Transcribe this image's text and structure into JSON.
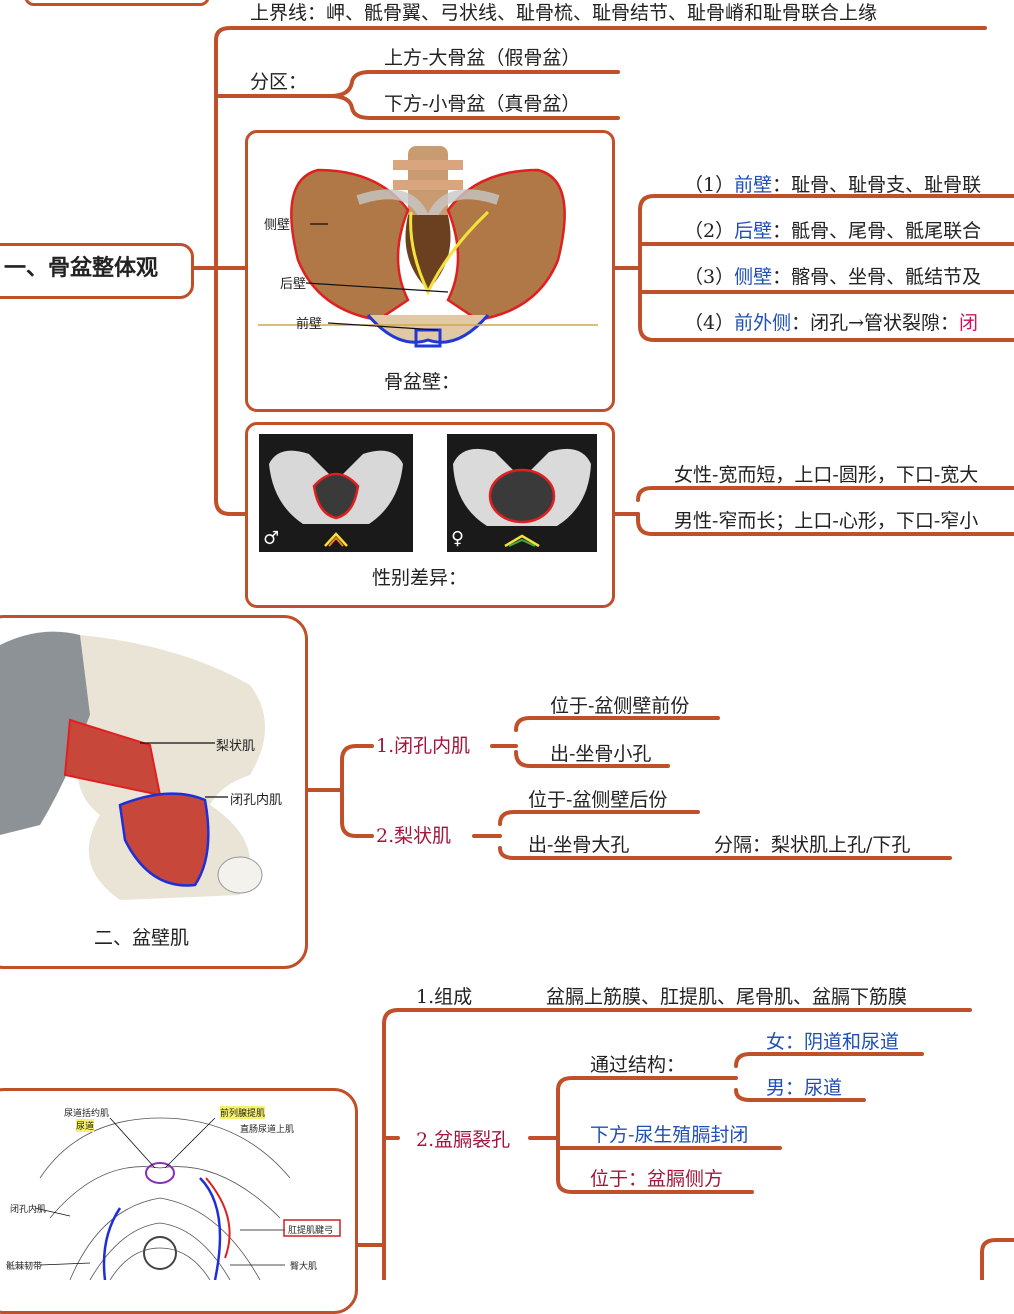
{
  "colors": {
    "branch": "#c0502a",
    "blue_text": "#1f4fb8",
    "red_text": "#a3163c"
  },
  "section1": {
    "title": "一、骨盆整体观",
    "upper_boundary": "上界线：岬、骶骨翼、弓状线、耻骨梳、耻骨结节、耻骨嵴和耻骨联合上缘",
    "division_label": "分区：",
    "division_upper": "上方-大骨盆（假骨盆）",
    "division_lower": "下方-小骨盆（真骨盆）",
    "walls_caption": "骨盆壁：",
    "walls_img_labels": {
      "side": "侧壁",
      "back": "后壁",
      "front": "前壁"
    },
    "walls": [
      {
        "num": "（1）",
        "name": "前壁",
        "sep": "：",
        "text": "耻骨、耻骨支、耻骨联"
      },
      {
        "num": "（2）",
        "name": "后壁",
        "sep": "：",
        "text": "骶骨、尾骨、骶尾联合"
      },
      {
        "num": "（3）",
        "name": "侧壁",
        "sep": "：",
        "text": "髂骨、坐骨、骶结节及"
      },
      {
        "num": "（4）",
        "name": "前外侧",
        "sep": "：",
        "text": "闭孔→管状裂隙：",
        "tail": "闭"
      }
    ],
    "sex_caption": "性别差异：",
    "sex_symbols": {
      "male": "♂",
      "female": "♀"
    },
    "sex_female": "女性-宽而短，上口-圆形，下口-宽大",
    "sex_male": "男性-窄而长；上口-心形，下口-窄小"
  },
  "section2": {
    "title": "二、盆壁肌",
    "img_labels": {
      "piriformis": "梨状肌",
      "obturator": "闭孔内肌"
    },
    "muscle1": {
      "name": "1.闭孔内肌",
      "pos": "位于-盆侧壁前份",
      "exit": "出-坐骨小孔"
    },
    "muscle2": {
      "name": "2.梨状肌",
      "pos": "位于-盆侧壁后份",
      "exit": "出-坐骨大孔",
      "divide": "分隔：梨状肌上孔/下孔"
    }
  },
  "section3": {
    "composition_label": "1.组成",
    "composition_text": "盆膈上筋膜、肛提肌、尾骨肌、盆膈下筋膜",
    "hiatus_label": "2.盆膈裂孔",
    "pass_label": "通过结构：",
    "female": "女：阴道和尿道",
    "male": "男：尿道",
    "below": "下方-尿生殖膈封闭",
    "located": "位于：盆膈侧方",
    "img_labels": [
      "尿道括约肌",
      "尿道",
      "前列腺提肌",
      "直肠尿道上肌",
      "闭孔内肌",
      "肛提肌腱弓",
      "骶棘韧带",
      "臀大肌"
    ]
  }
}
